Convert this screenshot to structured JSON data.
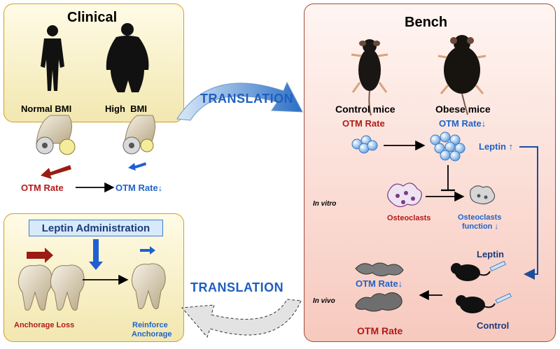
{
  "clinical": {
    "title": "Clinical",
    "normal_bmi": "Normal BMI",
    "high_bmi": "High  BMI",
    "otm_rate": "OTM Rate",
    "otm_rate_down": "OTM Rate↓"
  },
  "translation_top": "TRANSLATION",
  "translation_bottom": "TRANSLATION",
  "bench": {
    "title": "Bench",
    "control_mice": "Control mice",
    "obese_mice": "Obese mice",
    "otm_rate": "OTM Rate",
    "otm_rate_down": "OTM Rate↓",
    "leptin_up": "Leptin ↑",
    "in_vitro": "In vitro",
    "osteoclasts": "Osteoclasts",
    "osteoclasts_function_1": "Osteoclasts",
    "osteoclasts_function_2": "function ↓",
    "leptin": "Leptin",
    "control": "Control",
    "in_vivo": "In vivo",
    "vivo_otm_rate_down": "OTM Rate↓",
    "vivo_otm_rate": "OTM Rate"
  },
  "leptin_panel": {
    "title": "Leptin Administration",
    "anchorage_loss": "Anchorage Loss",
    "reinforce_1": "Reinforce",
    "reinforce_2": "Anchorage"
  },
  "colors": {
    "red": "#b11a1a",
    "blue": "#1f63c6",
    "navy": "#1b3a78"
  }
}
